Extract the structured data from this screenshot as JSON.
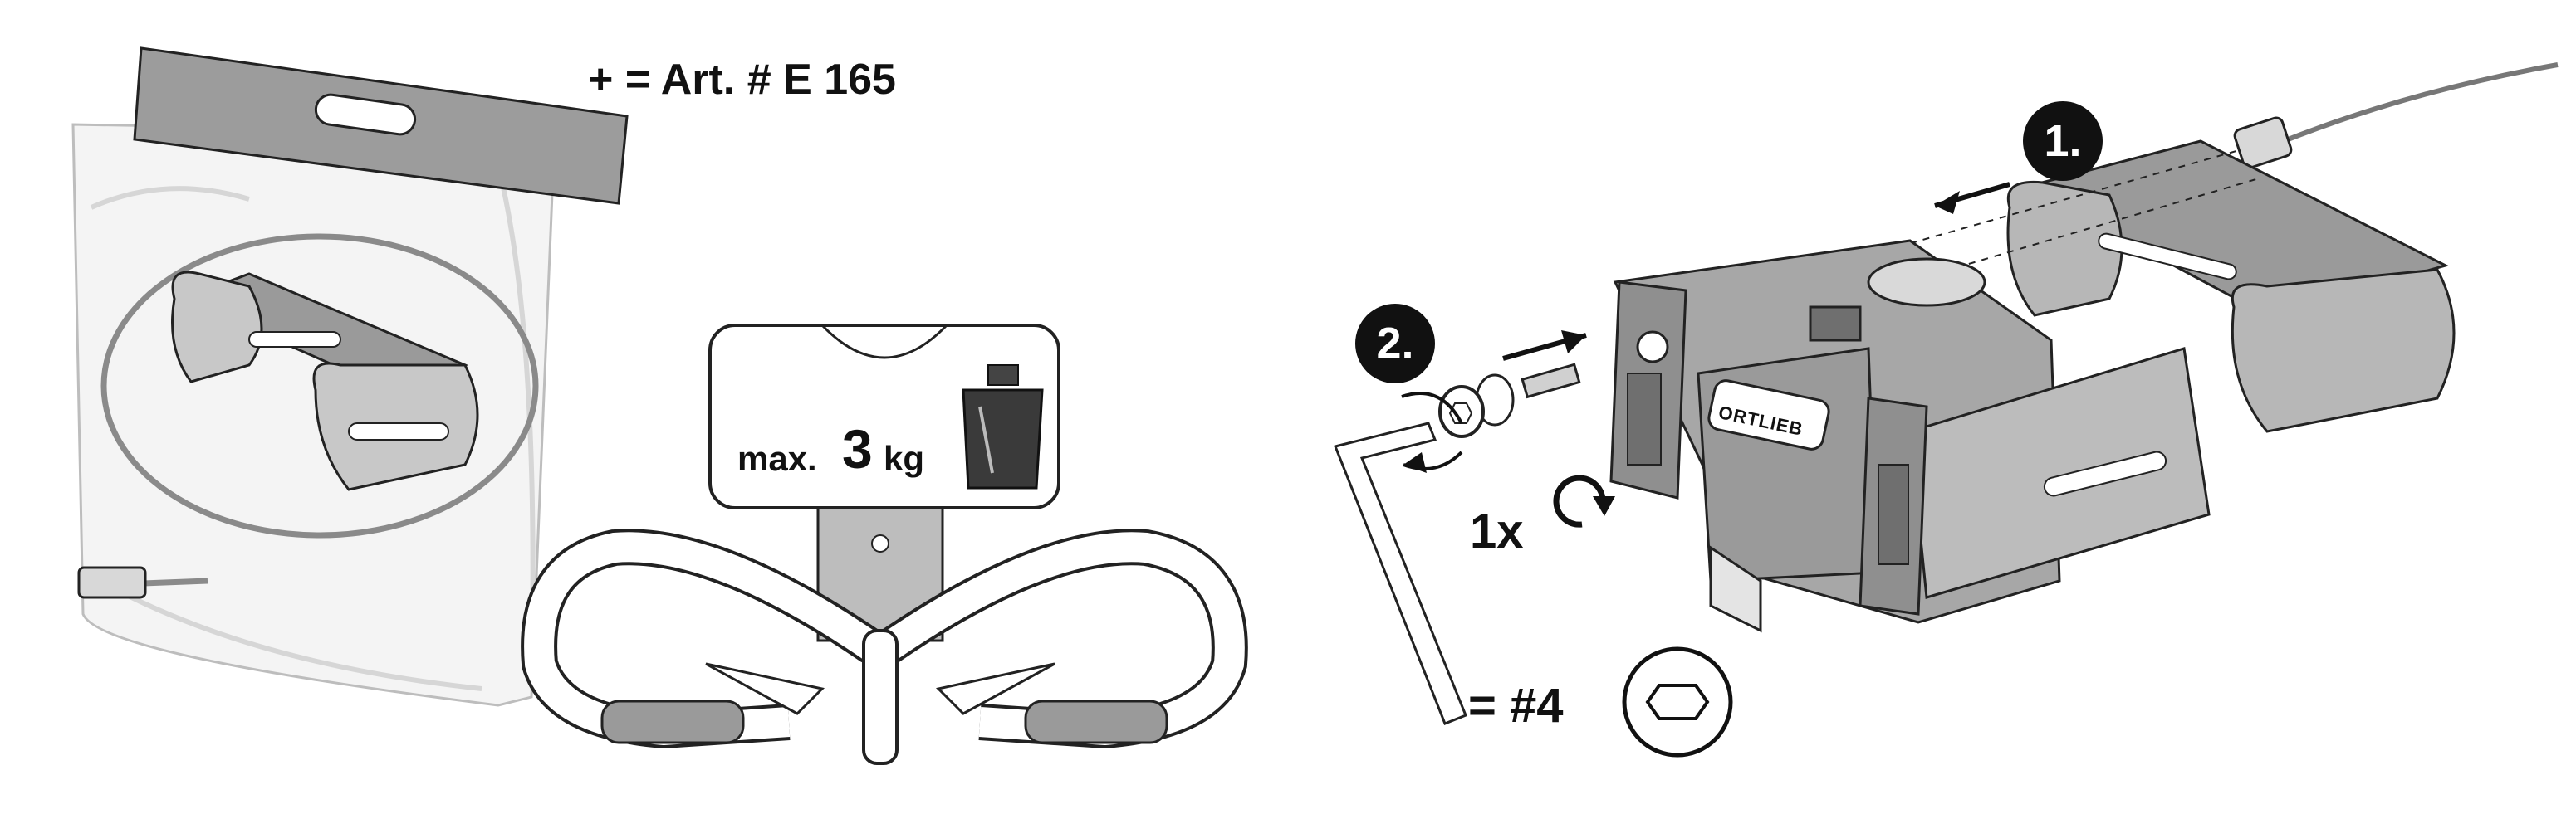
{
  "colors": {
    "ink": "#111111",
    "part_gray": "#9a9a9a",
    "part_light": "#c9c9c9",
    "part_dark": "#6f6f6f",
    "bag": "#f3f3f3"
  },
  "kit": {
    "article_label": "+ = Art. # E 165"
  },
  "load": {
    "prefix": "max.",
    "value": "3",
    "unit": "kg",
    "weight_icon": "weight-icon"
  },
  "assembly": {
    "step1": "1.",
    "step2": "2.",
    "turns": "1x",
    "rotate_icon": "rotate-clockwise-icon",
    "tool_size": "= #4",
    "hex_icon": "hex-socket-icon",
    "brand": "ORTLIEB"
  }
}
